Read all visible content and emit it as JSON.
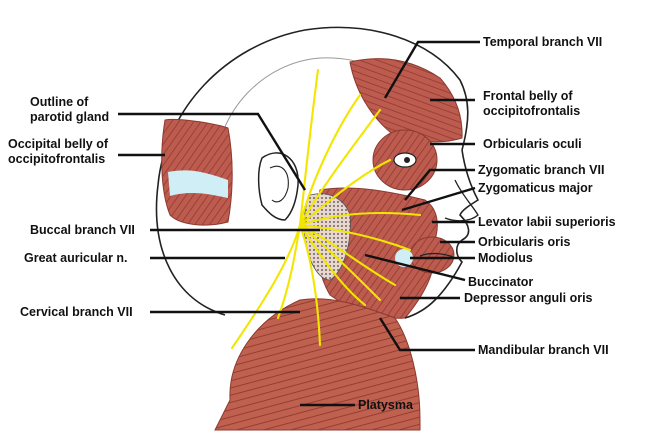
{
  "labels": {
    "temporal_branch": "Temporal branch VII",
    "frontal_belly": [
      "Frontal belly of",
      "occipitofrontalis"
    ],
    "orbicularis_oculi": "Orbicularis oculi",
    "zygomatic_branch": "Zygomatic branch VII",
    "zygomaticus_major": "Zygomaticus major",
    "levator_labii": "Levator labii superioris",
    "orbicularis_oris": "Orbicularis oris",
    "modiolus": "Modiolus",
    "buccinator": "Buccinator",
    "depressor_anguli": "Depressor anguli oris",
    "mandibular_branch": "Mandibular branch VII",
    "platysma": "Platysma",
    "parotid_outline": [
      "Outline of",
      "parotid gland"
    ],
    "occipital_belly": [
      "Occipital belly of",
      "occipitofrontalis"
    ],
    "buccal_branch": "Buccal branch VII",
    "great_auricular": "Great auricular n.",
    "cervical_branch": "Cervical branch VII"
  },
  "colors": {
    "muscle": "#b8564a",
    "muscle_dark": "#8c3a30",
    "nerve": "#f2e600",
    "fascia": "#cfeef5",
    "outline": "#222222"
  }
}
